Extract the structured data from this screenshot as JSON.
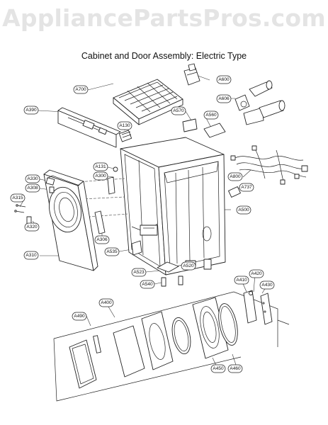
{
  "watermark": "AppliancePartsPros.com",
  "heading": "Cabinet and Door Assembly: Electric Type",
  "callouts": [
    "A600",
    "A700",
    "A606",
    "A390",
    "A570",
    "A560",
    "A130",
    "A131",
    "A330",
    "A300",
    "A800",
    "A308",
    "A737",
    "A315",
    "A500",
    "A320",
    "A306",
    "A310",
    "A535",
    "A520",
    "A523",
    "A540",
    "A410",
    "A420",
    "A430",
    "A400",
    "A490",
    "A450",
    "A460"
  ]
}
